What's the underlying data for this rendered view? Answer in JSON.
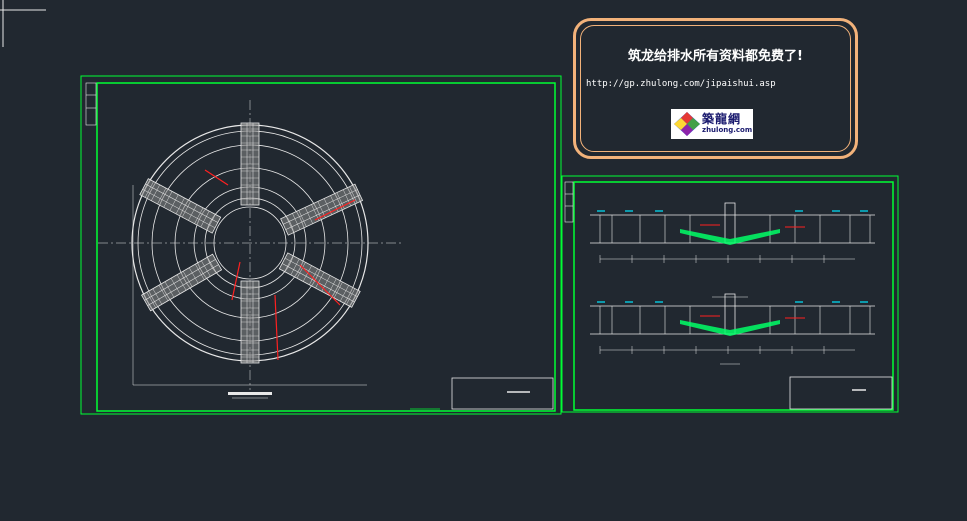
{
  "banner": {
    "title": "筑龙给排水所有资料都免费了!",
    "url": "http://gp.zhulong.com/jipaishui.asp"
  },
  "logo": {
    "name_cn": "築龍網",
    "name_en": "zhulong.com"
  },
  "colors": {
    "background": "#212830",
    "frame": "#00ff33",
    "linework": "#e8e8e8",
    "hatch": "#8c8c8c",
    "accent_red": "#ff2020",
    "accent_cyan": "#00e5ff",
    "fill_green": "#00ff66",
    "banner_border": "#f2b27a"
  }
}
